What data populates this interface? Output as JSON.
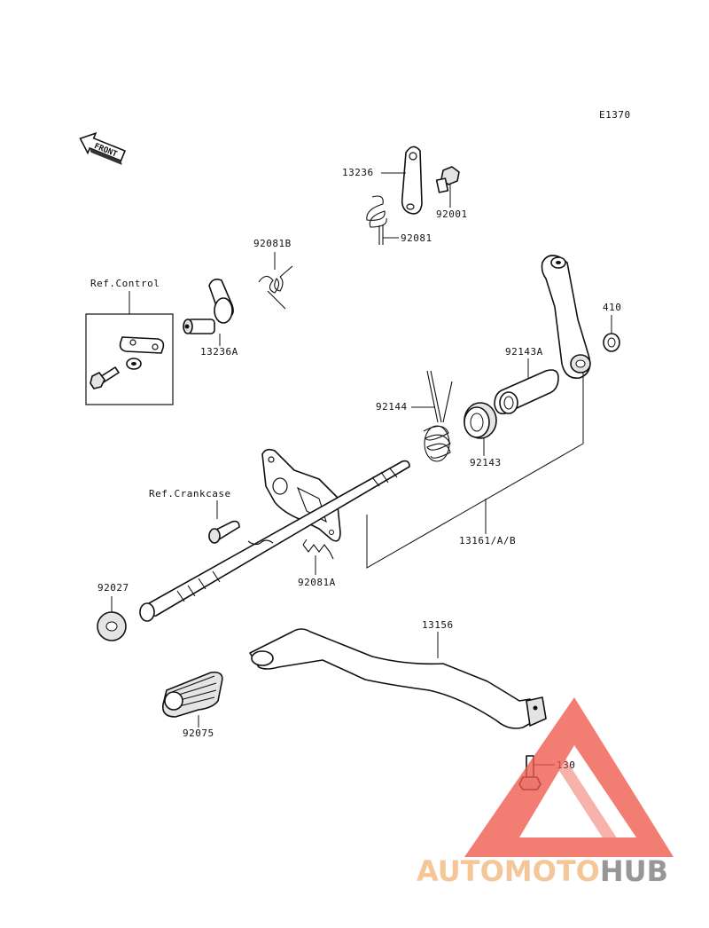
{
  "diagram_code": "E1370",
  "front_label": "FRONT",
  "refs": {
    "control": "Ref.Control",
    "crankcase": "Ref.Crankcase"
  },
  "parts": {
    "p13236": "13236",
    "p92001": "92001",
    "p92081": "92081",
    "p92081B": "92081B",
    "p13236A": "13236A",
    "p410": "410",
    "p92143A": "92143A",
    "p92144": "92144",
    "p92143": "92143",
    "p13161": "13161/A/B",
    "p92081A": "92081A",
    "p92027": "92027",
    "p13156": "13156",
    "p92075": "92075",
    "p130": "130"
  },
  "watermark": {
    "part1": "AUTOMOTO",
    "part2": "HUB",
    "color_orange": "#f3b77a",
    "color_gray": "#7a7a7a",
    "color_red": "#ef5b4c"
  }
}
